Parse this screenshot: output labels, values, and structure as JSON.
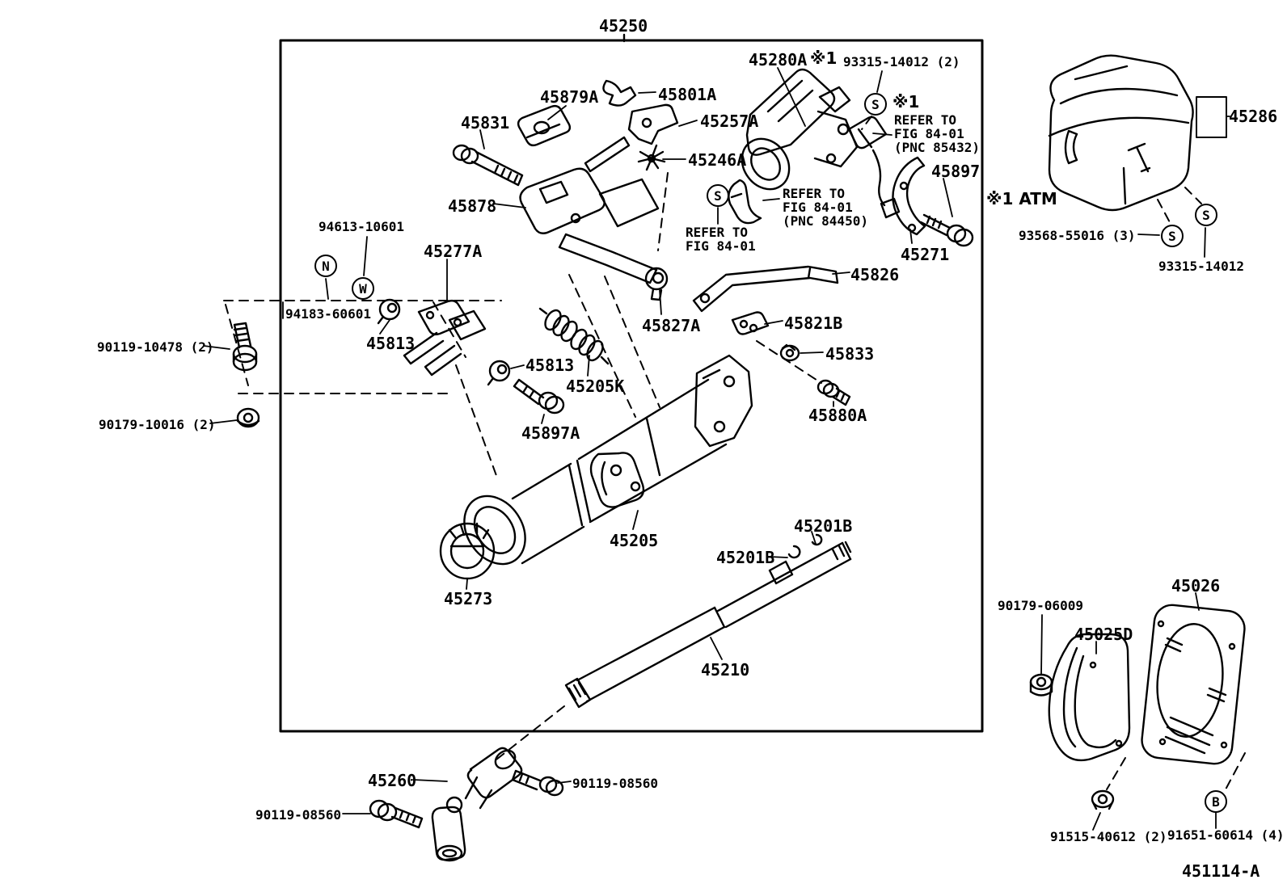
{
  "figure": {
    "code": "451114-A"
  },
  "symbols": {
    "s": "S",
    "n": "N",
    "w": "W",
    "b": "B"
  },
  "labels": {
    "p45250": "45250",
    "p45280a": "45280A",
    "note1a": "※1",
    "p93315_2": "93315-14012 (2)",
    "p45879a": "45879A",
    "p45801a": "45801A",
    "p45831": "45831",
    "p45257a": "45257A",
    "p45246a": "45246A",
    "p45878": "45878",
    "refer_s": "REFER TO\nFIG 84-01",
    "refer_pnc84450": "REFER TO\nFIG 84-01\n(PNC 84450)",
    "note1b": "※1",
    "refer_pnc85432": "REFER TO\nFIG 84-01\n(PNC 85432)",
    "p45897": "45897",
    "p45271": "45271",
    "p45826": "45826",
    "p45827a": "45827A",
    "p45821b": "45821B",
    "p45833": "45833",
    "p45880a": "45880A",
    "p94613": "94613-10601",
    "p45277a": "45277A",
    "p94183": "94183-60601",
    "p90119_10478": "90119-10478 (2)",
    "p45813_1": "45813",
    "p90179_10016": "90179-10016 (2)",
    "p45813_2": "45813",
    "p45205k": "45205K",
    "p45897a": "45897A",
    "p45205": "45205",
    "p45273": "45273",
    "p45201b_1": "45201B",
    "p45201b_2": "45201B",
    "p45210": "45210",
    "p45260": "45260",
    "p90119_08560_l": "90119-08560",
    "p90119_08560_r": "90119-08560",
    "p90179_06009": "90179-06009",
    "p45025d": "45025D",
    "p45026": "45026",
    "p91515": "91515-40612 (2)",
    "p91651": "91651-60614 (4)",
    "p93568": "93568-55016 (3)",
    "p93315_r": "93315-14012",
    "note_atm": "※1 ATM",
    "p45286": "45286"
  }
}
